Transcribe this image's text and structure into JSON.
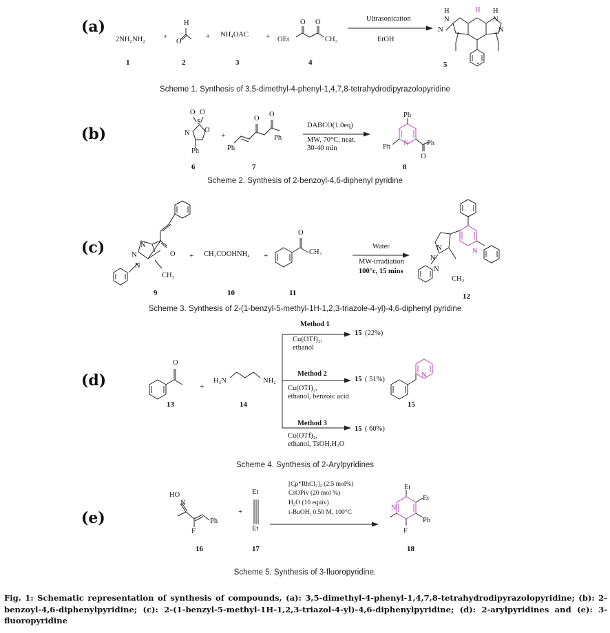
{
  "scheme_a": {
    "label": "(a)",
    "reactant1_text": "2NH₂NH₂",
    "reactant2_H": "H",
    "reactant2_O": "O",
    "reactant3_text": "NH₄OAC",
    "reactant4_O1": "O",
    "reactant4_O2": "O",
    "reactant4_OEt": "OEt",
    "reactant4_CH3": "CH₃",
    "plus": "+",
    "condition_top": "Ultrasonication",
    "condition_bottom": "EtOH",
    "numbers": [
      "1",
      "2",
      "3",
      "4",
      "5"
    ],
    "product_atoms": [
      "H",
      "H",
      "H",
      "N",
      "N",
      "N",
      "N"
    ],
    "caption": "Scheme 1. Synthesis of 3,5-dimethyl-4-phenyl-1,4,7,8-tetrahydrodipyrazolopyridine"
  },
  "scheme_b": {
    "label": "(b)",
    "reactant6_atoms": [
      "O",
      "O",
      "S",
      "N",
      "O",
      "Ph"
    ],
    "reactant7_atoms": [
      "O",
      "O",
      "Ph",
      "Ph"
    ],
    "plus": "+",
    "condition_top": "DABCO(1.0eq)",
    "condition_bottom": [
      "MW, 70°C, neat,",
      "30-40 min"
    ],
    "product_atoms": [
      "Ph",
      "N",
      "Ph",
      "Ph",
      "O"
    ],
    "numbers": [
      "6",
      "7",
      "8"
    ],
    "caption": "Scheme 2. Synthesis of 2-benzoyl-4,6-diphenyl pyridine"
  },
  "scheme_c": {
    "label": "(c)",
    "reactant9_atoms": [
      "N",
      "N",
      "N",
      "O",
      "CH₃"
    ],
    "reactant10_text": "CH₃COOHNH₄",
    "reactant11_atoms": [
      "O",
      "CH₃"
    ],
    "plus": "+",
    "condition_top": "Water",
    "condition_mid": "MW-irradiation",
    "condition_bottom": "100°c, 15 mins",
    "product_atoms": [
      "N",
      "N",
      "N",
      "N",
      "CH₃"
    ],
    "numbers": [
      "9",
      "10",
      "11",
      "12"
    ],
    "caption": "Scheme 3. Synthesis of 2-(1-benzyl-5-methyl-1H-1,2,3-triazole-4-yl)-4,6-diphenyl pyridine"
  },
  "scheme_d": {
    "label": "(d)",
    "reactant13_atom": "O",
    "reactant14_left": "H₂N",
    "reactant14_right": "NH₂",
    "plus": "+",
    "methods": [
      {
        "name": "Method 1",
        "conditions": [
          "Cu(OTf)₂,",
          "ethanol"
        ],
        "result": "15",
        "yield": "(22%)"
      },
      {
        "name": "Method 2",
        "conditions": [
          "Cu(OTf)₂,",
          "ethanol, benzoic acid"
        ],
        "result": "15",
        "yield": "( 51%)"
      },
      {
        "name": "Method 3",
        "conditions": [
          "Cu(OTf)₂,",
          "ethanol, TsOH.H₂O"
        ],
        "result": "15",
        "yield": "( 60%)"
      }
    ],
    "product_atom": "N",
    "numbers": [
      "13",
      "14",
      "15"
    ],
    "caption": "Scheme 4. Synthesis of 2-Arylpyridines"
  },
  "scheme_e": {
    "label": "(e)",
    "reactant16_atoms": [
      "HO",
      "N",
      "F",
      "Ph"
    ],
    "reactant17_atoms": [
      "Et",
      "Et"
    ],
    "plus": "+",
    "conditions": [
      "[Cp*RhCl₂]₂ (2.5 mol%)",
      "CsOPiv (20 mol %)",
      "H₂O (10 equiv)",
      "t-BuOH, 0.50 M, 100°C"
    ],
    "product_atoms": [
      "N",
      "Et",
      "Et",
      "Ph",
      "F"
    ],
    "numbers": [
      "16",
      "17",
      "18"
    ],
    "caption": "Scheme 5. Synthesis of 3-fluoropyridine."
  },
  "figure_caption": "Fig. 1: Schematic representation of synthesis of compounds, (a): 3,5-dimethyl-4-phenyl-1,4,7,8-tetrahydrodipyrazolopyridine; (b): 2-benzoyl-4,6-diphenylpyridine; (c): 2-(1-benzyl-5-methyl-1H-1,2,3-triazol-4-yl)-4,6-diphenylpyridine; (d): 2-arylpyridines and (e): 3-fluoropyridine",
  "colors": {
    "ink": "#222222",
    "pyridine_highlight": "#c23cbf"
  }
}
